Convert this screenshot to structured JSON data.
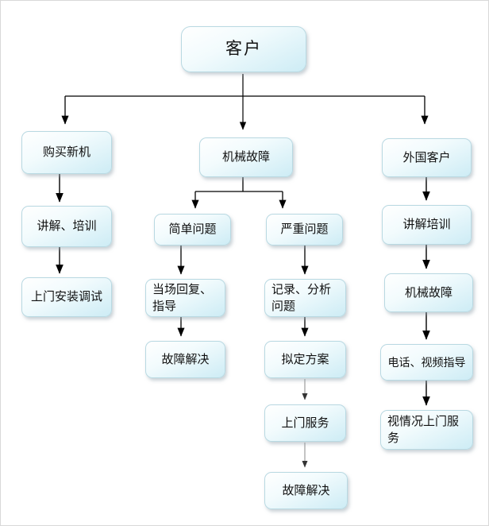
{
  "diagram": {
    "type": "flowchart",
    "nodes": {
      "customer": {
        "label": "客户"
      },
      "buy_new_machine": {
        "label": "购买新机"
      },
      "explain_and_training": {
        "label": "讲解、培训"
      },
      "onsite_install_debug": {
        "label": "上门安装调试"
      },
      "mech_failure": {
        "label": "机械故障"
      },
      "simple_problem": {
        "label": "简单问题"
      },
      "onspot_reply_guide": {
        "label": "当场回复、指导"
      },
      "failure_solved_a": {
        "label": "故障解决"
      },
      "serious_problem": {
        "label": "严重问题"
      },
      "record_analyze_problem": {
        "label": "记录、分析问题"
      },
      "draft_plan": {
        "label": "拟定方案"
      },
      "onsite_service": {
        "label": "上门服务"
      },
      "failure_solved_b": {
        "label": "故障解决"
      },
      "foreign_customer": {
        "label": "外国客户"
      },
      "explain_training": {
        "label": "讲解培训"
      },
      "mech_failure_2": {
        "label": "机械故障"
      },
      "phone_video_guide": {
        "label": "电话、视频指导"
      },
      "onsite_service_case": {
        "label": "视情况上门服务"
      }
    },
    "edges": [
      {
        "from": "customer",
        "to": "buy_new_machine"
      },
      {
        "from": "customer",
        "to": "mech_failure"
      },
      {
        "from": "customer",
        "to": "foreign_customer"
      },
      {
        "from": "buy_new_machine",
        "to": "explain_and_training"
      },
      {
        "from": "explain_and_training",
        "to": "onsite_install_debug"
      },
      {
        "from": "mech_failure",
        "to": "simple_problem"
      },
      {
        "from": "mech_failure",
        "to": "serious_problem"
      },
      {
        "from": "simple_problem",
        "to": "onspot_reply_guide"
      },
      {
        "from": "onspot_reply_guide",
        "to": "failure_solved_a"
      },
      {
        "from": "serious_problem",
        "to": "record_analyze_problem"
      },
      {
        "from": "record_analyze_problem",
        "to": "draft_plan"
      },
      {
        "from": "draft_plan",
        "to": "onsite_service"
      },
      {
        "from": "onsite_service",
        "to": "failure_solved_b"
      },
      {
        "from": "foreign_customer",
        "to": "explain_training"
      },
      {
        "from": "explain_training",
        "to": "mech_failure_2"
      },
      {
        "from": "mech_failure_2",
        "to": "phone_video_guide"
      },
      {
        "from": "phone_video_guide",
        "to": "onsite_service_case"
      }
    ],
    "colors": {
      "node_fill_top": "#ffffff",
      "node_fill_bottom": "#cdecf5",
      "node_border": "#b9d9e2",
      "connector": "#000000",
      "connector_light": "#8a8a8a",
      "background": "#ffffff"
    }
  }
}
